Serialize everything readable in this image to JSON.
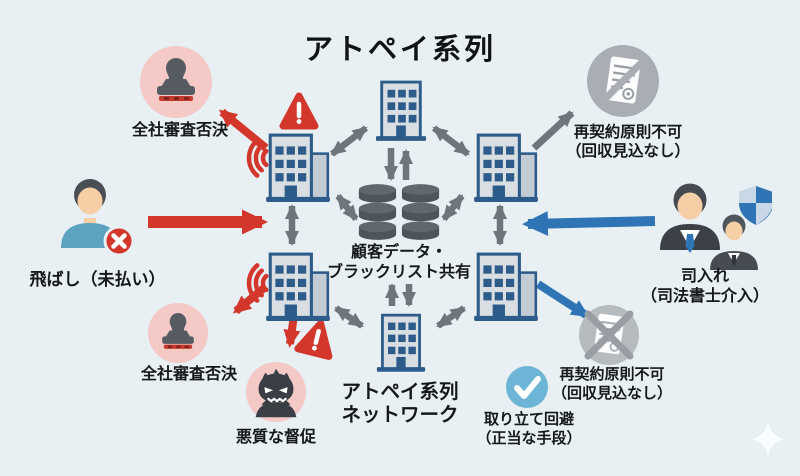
{
  "title": "アトペイ系列",
  "colors": {
    "background": "#e9f0f4",
    "alert_red": "#d3362b",
    "action_blue": "#2f74b5",
    "link_gray": "#6e757c",
    "building_navy": "#2e5c8a",
    "badge_pink": "#f4c9c6",
    "check_blue": "#6cb5d6",
    "disabled_circle_gray": "#a9aeb4"
  },
  "icons": {
    "warning": "warning-triangle-icon",
    "stamp": "rejection-stamp-icon",
    "person": "defaulter-person-icon",
    "x_badge": "x-badge-icon",
    "database": "shared-database-icon",
    "building": "company-building-icon",
    "contract_blocked": "contract-blocked-icon",
    "contract_crossed": "contract-crossed-icon",
    "lawyers": "lawyers-icon",
    "shield": "shield-icon",
    "villain": "villain-icon",
    "check": "check-circle-icon",
    "signal": "signal-waves-icon",
    "sparkle": "sparkle-icon"
  },
  "labels": {
    "reject_top": "全社審査否決",
    "tobashi": "飛ばし（未払い）",
    "recontract_top_1": "再契約原則不可",
    "recontract_top_2": "（回収見込なし）",
    "database_1": "顧客データ・",
    "database_2": "ブラックリスト共有",
    "shi_ire_1": "司入れ",
    "shi_ire_2": "（司法書士介入）",
    "network_1": "アトペイ系列",
    "network_2": "ネットワーク",
    "reject_bottom": "全社審査否決",
    "akushitsu": "悪質な督促",
    "recontract_bottom_1": "再契約原則不可",
    "recontract_bottom_2": "（回収見込なし）",
    "toritate_1": "取り立て回避",
    "toritate_2": "（正当な手段）"
  }
}
